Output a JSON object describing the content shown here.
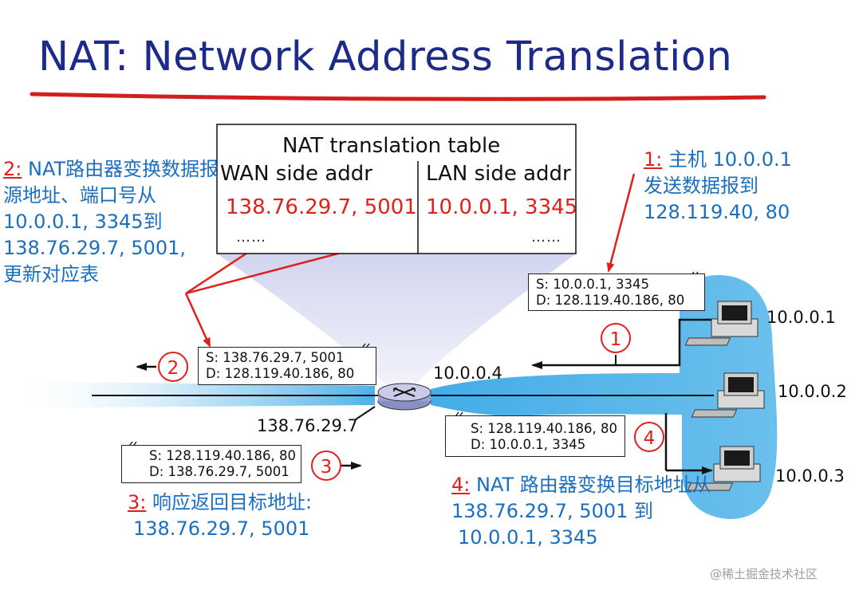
{
  "title": "NAT: Network Address Translation",
  "table": {
    "caption": "NAT translation table",
    "col_wan": "WAN side addr",
    "col_lan": "LAN side addr",
    "row1_wan": "138.76.29.7, 5001",
    "row1_lan": "10.0.0.1, 3345",
    "row2_wan": "……",
    "row2_lan": "……"
  },
  "callouts": {
    "step1": {
      "num": "1:",
      "lines": [
        "主机 10.0.0.1",
        "发送数据报到",
        "128.119.40, 80"
      ]
    },
    "step2": {
      "num": "2:",
      "lines": [
        "NAT路由器变换数据报",
        "源地址、端口号从",
        "10.0.0.1, 3345到",
        "138.76.29.7, 5001,",
        "更新对应表"
      ]
    },
    "step3": {
      "num": "3:",
      "lines": [
        "响应返回目标地址:",
        "138.76.29.7, 5001"
      ]
    },
    "step4": {
      "num": "4:",
      "lines": [
        "NAT 路由器变换目标地址从",
        "138.76.29.7, 5001 到",
        "10.0.0.1, 3345"
      ]
    }
  },
  "packets": {
    "p1": {
      "src": "S: 10.0.0.1, 3345",
      "dst": "D: 128.119.40.186, 80"
    },
    "p2": {
      "src": "S: 138.76.29.7, 5001",
      "dst": "D: 128.119.40.186, 80"
    },
    "p3": {
      "src": "S: 128.119.40.186, 80",
      "dst": "D: 138.76.29.7, 5001"
    },
    "p4": {
      "src": "S: 128.119.40.186, 80",
      "dst": "D: 10.0.0.1, 3345"
    }
  },
  "markers": {
    "m1": "1",
    "m2": "2",
    "m3": "3",
    "m4": "4"
  },
  "addresses": {
    "router_lan": "10.0.0.4",
    "router_wan": "138.76.29.7",
    "host1": "10.0.0.1",
    "host2": "10.0.0.2",
    "host3": "10.0.0.3"
  },
  "watermark": "@稀土掘金技术社区",
  "colors": {
    "title": "#1d2a8a",
    "accent_red": "#e0201c",
    "callout_blue": "#1a6fc0",
    "lan_blue": "#3aa8e6"
  }
}
